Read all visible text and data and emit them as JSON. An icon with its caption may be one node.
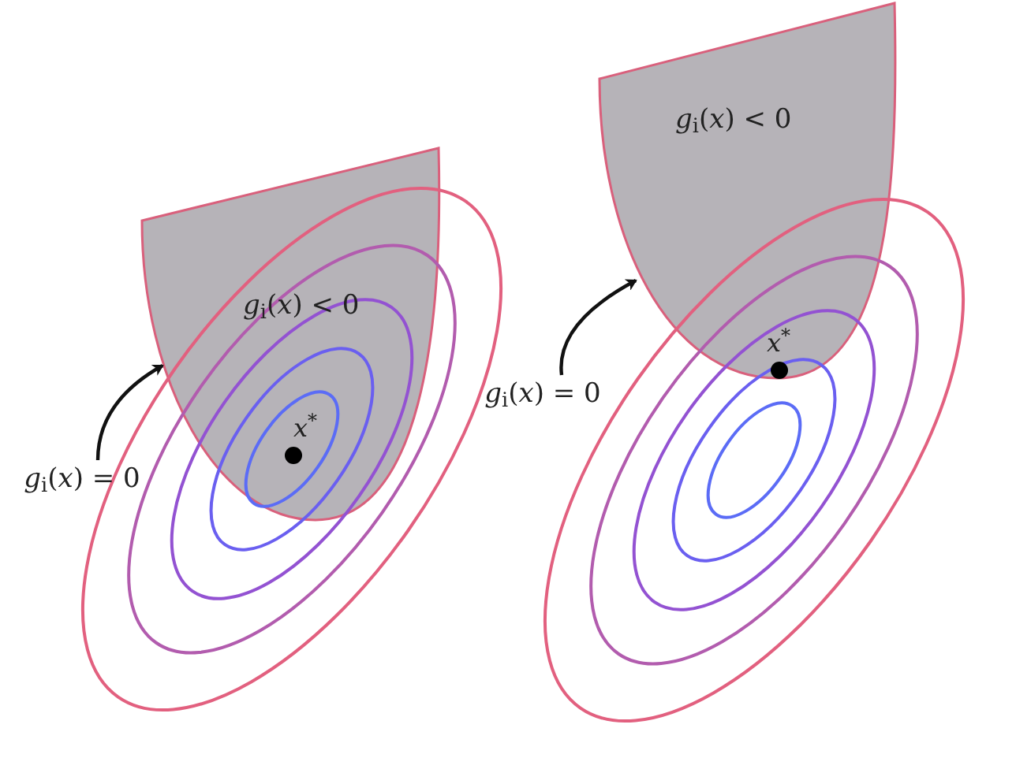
{
  "diagram": {
    "nodes": [
      {
        "text": [
          "*g*$_{i}$(*x*) < 0"
        ]
      },
      {
        "text": [
          "*g*$_{i}$(*x*) = 0"
        ]
      },
      {
        "text": [
          "*g*$_{i}$(*x*) < 0"
        ]
      },
      {
        "text": [
          "*g*$_{i}$(*x*) = 0"
        ]
      }
    ],
    "edges": [
      {
        "from": 1,
        "to": 0,
        "arrow": "to"
      },
      {
        "from": 3,
        "to": 2,
        "arrow": "to"
      }
    ],
    "labels": [
      "*x*$^{*}$",
      "*x*$^{*}$"
    ]
  }
}
